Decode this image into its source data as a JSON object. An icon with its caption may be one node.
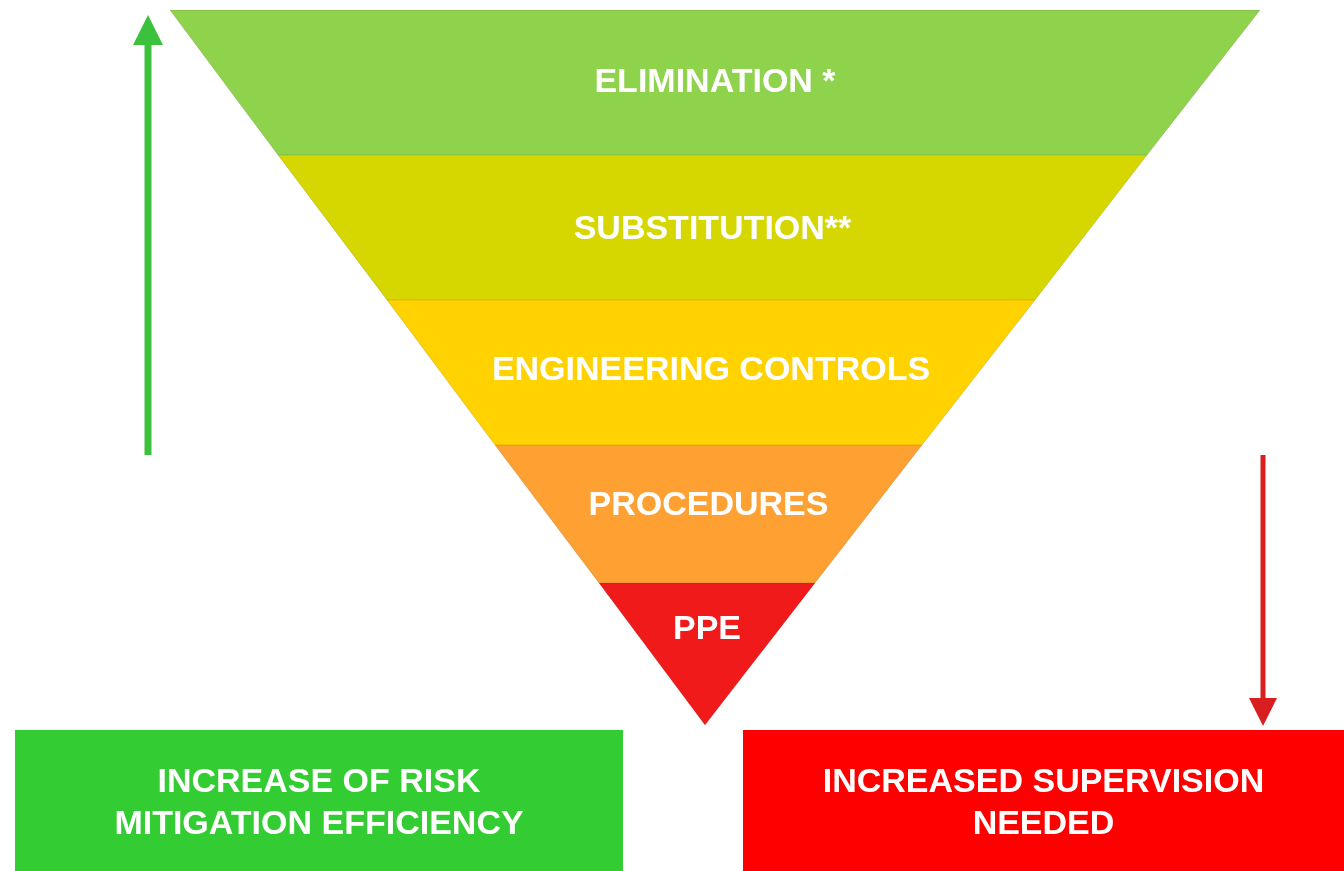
{
  "diagram": {
    "nodes": [
      {
        "text": [
          "ELIMINATION *"
        ]
      },
      {
        "text": [
          "SUBSTITUTION**"
        ]
      },
      {
        "text": [
          "ENGINEERING CONTROLS"
        ]
      },
      {
        "text": [
          "PROCEDURES"
        ]
      },
      {
        "text": [
          "PPE"
        ]
      },
      {
        "text": [
          "INCREASE OF RISK MITIGATION EFFICIENCY"
        ]
      },
      {
        "text": [
          "INCREASED SUPERVISION NEEDED"
        ]
      }
    ]
  }
}
